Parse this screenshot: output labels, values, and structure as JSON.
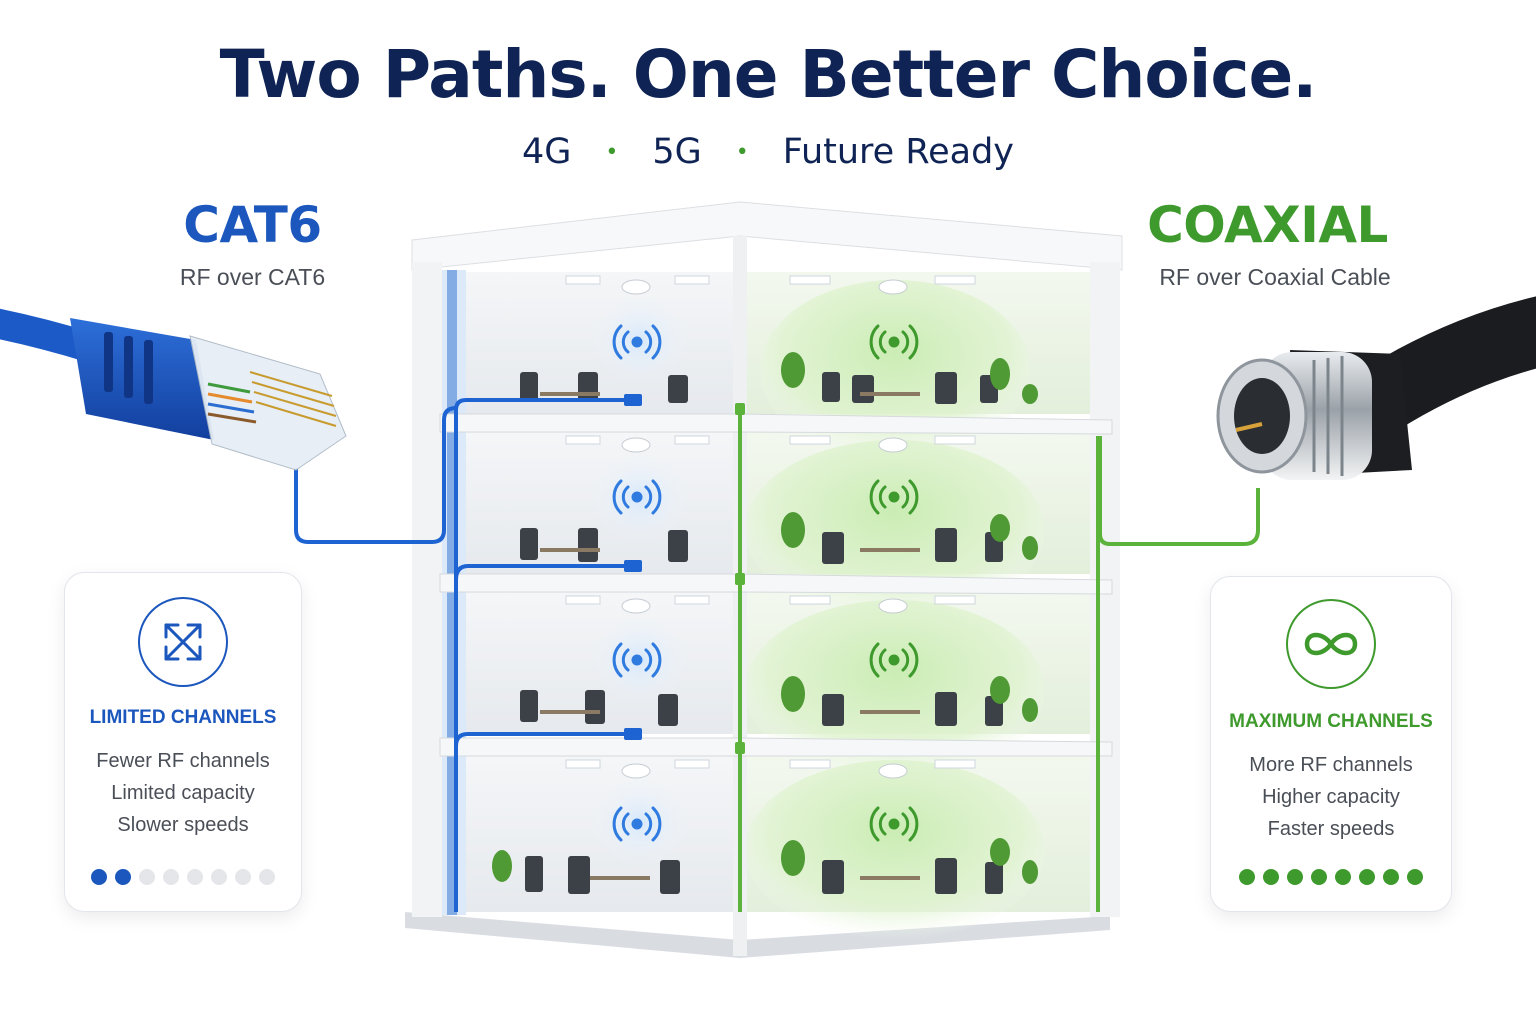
{
  "header": {
    "title": "Two Paths. One Better Choice.",
    "tags": [
      "4G",
      "5G",
      "Future Ready"
    ],
    "separator": "•"
  },
  "left": {
    "title": "CAT6",
    "subtitle": "RF over CAT6",
    "color": "#1b57bd",
    "card": {
      "icon": "arrows-expand-icon",
      "heading": "LIMITED CHANNELS",
      "lines": [
        "Fewer RF channels",
        "Limited capacity",
        "Slower speeds"
      ],
      "rating": 2,
      "rating_max": 8
    }
  },
  "right": {
    "title": "COAXIAL",
    "subtitle": "RF over Coaxial Cable",
    "color": "#3f9a2e",
    "card": {
      "icon": "infinity-icon",
      "heading": "MAXIMUM CHANNELS",
      "lines": [
        "More RF channels",
        "Higher capacity",
        "Faster speeds"
      ],
      "rating": 8,
      "rating_max": 8
    }
  },
  "building": {
    "floors": 4
  }
}
